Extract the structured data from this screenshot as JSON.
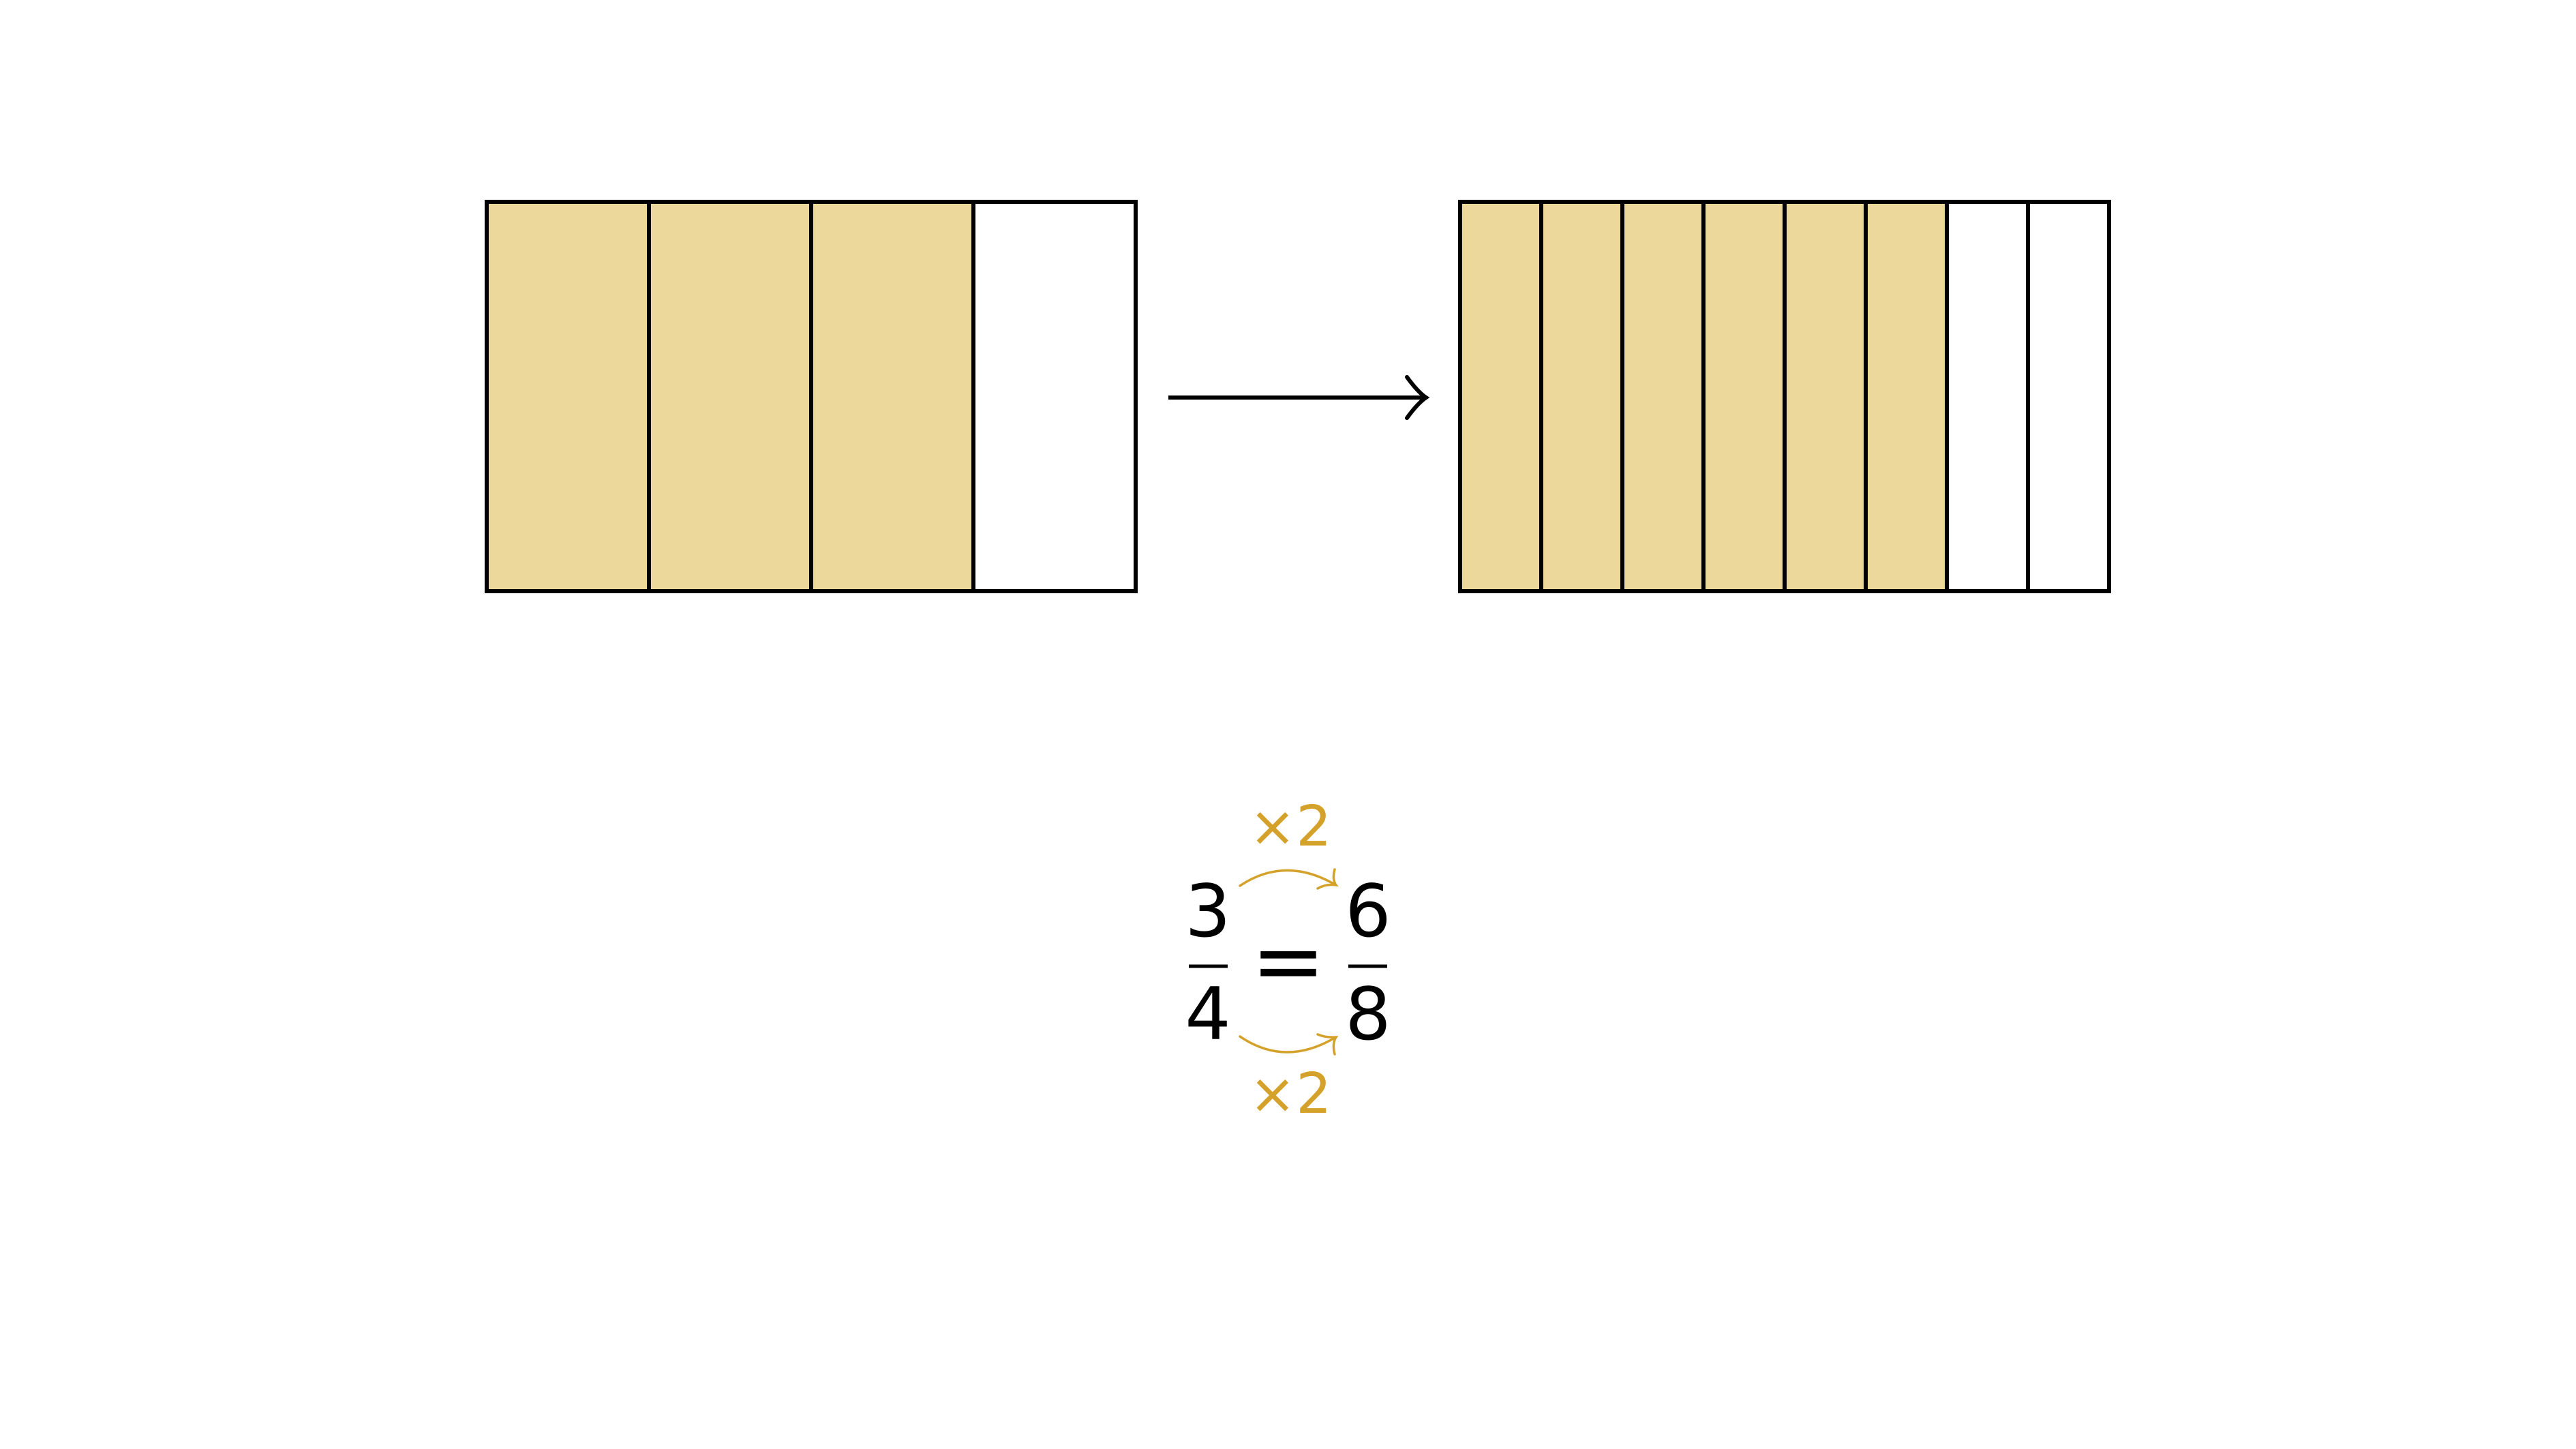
{
  "colors": {
    "shaded": "#edd89c",
    "unshaded": "#ffffff",
    "stroke": "#000000",
    "accent": "#d4a12a"
  },
  "left_bar": {
    "parts": 4,
    "shaded": 3
  },
  "right_bar": {
    "parts": 8,
    "shaded": 6
  },
  "equation": {
    "left": {
      "numerator": "3",
      "denominator": "4"
    },
    "equals": "=",
    "right": {
      "numerator": "6",
      "denominator": "8"
    },
    "top_multiplier": "×2",
    "bottom_multiplier": "×2"
  }
}
